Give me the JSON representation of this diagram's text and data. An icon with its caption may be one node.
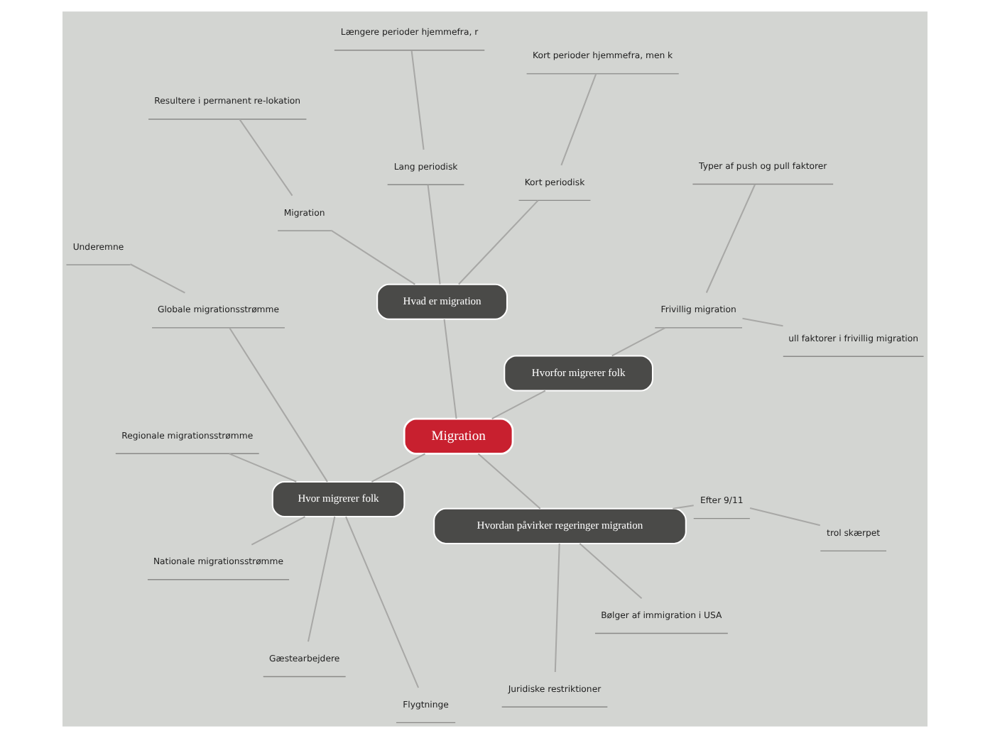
{
  "diagram": {
    "nodes": [
      {
        "text": [
          "Migration"
        ]
      },
      {
        "text": [
          "Hvorfor migrerer folk"
        ]
      },
      {
        "text": [
          "Frivillig migration"
        ]
      },
      {
        "text": [
          "ull faktorer i frivillig migration"
        ]
      },
      {
        "text": [
          "Typer af push og pull faktorer"
        ]
      },
      {
        "text": [
          "Hvad er migration"
        ]
      },
      {
        "text": [
          "Kort periodisk"
        ]
      },
      {
        "text": [
          "Kort perioder hjemmefra, men k"
        ]
      },
      {
        "text": [
          "Lang periodisk"
        ]
      },
      {
        "text": [
          "Længere perioder hjemmefra, r"
        ]
      },
      {
        "text": [
          "Migration"
        ]
      },
      {
        "text": [
          "Resultere i permanent re-lokation"
        ]
      },
      {
        "text": [
          "Hvor migrerer folk"
        ]
      },
      {
        "text": [
          "Globale migrationsstrømme"
        ]
      },
      {
        "text": [
          "Underemne"
        ]
      },
      {
        "text": [
          "Regionale migrationsstrømme"
        ]
      },
      {
        "text": [
          "Nationale migrationsstrømme"
        ]
      },
      {
        "text": [
          "Gæstearbejdere"
        ]
      },
      {
        "text": [
          "Flygtninge"
        ]
      },
      {
        "text": [
          "Hvordan påvirker regeringer migration"
        ]
      },
      {
        "text": [
          "Juridiske restriktioner"
        ]
      },
      {
        "text": [
          "Bølger af immigration i USA"
        ]
      },
      {
        "text": [
          "Efter 9/11"
        ]
      },
      {
        "text": [
          "trol skærpet"
        ]
      }
    ],
    "edges": [
      {
        "from": 0,
        "to": 1,
        "arrow": "none"
      },
      {
        "from": 1,
        "to": 2,
        "arrow": "none"
      },
      {
        "from": 2,
        "to": 3,
        "arrow": "none"
      },
      {
        "from": 2,
        "to": 4,
        "arrow": "none"
      },
      {
        "from": 0,
        "to": 5,
        "arrow": "none"
      },
      {
        "from": 5,
        "to": 6,
        "arrow": "none"
      },
      {
        "from": 6,
        "to": 7,
        "arrow": "none"
      },
      {
        "from": 5,
        "to": 8,
        "arrow": "none"
      },
      {
        "from": 8,
        "to": 9,
        "arrow": "none"
      },
      {
        "from": 5,
        "to": 10,
        "arrow": "none"
      },
      {
        "from": 10,
        "to": 11,
        "arrow": "none"
      },
      {
        "from": 0,
        "to": 12,
        "arrow": "none"
      },
      {
        "from": 12,
        "to": 13,
        "arrow": "none"
      },
      {
        "from": 13,
        "to": 14,
        "arrow": "none"
      },
      {
        "from": 12,
        "to": 15,
        "arrow": "none"
      },
      {
        "from": 12,
        "to": 16,
        "arrow": "none"
      },
      {
        "from": 12,
        "to": 17,
        "arrow": "none"
      },
      {
        "from": 12,
        "to": 18,
        "arrow": "none"
      },
      {
        "from": 0,
        "to": 19,
        "arrow": "none"
      },
      {
        "from": 19,
        "to": 20,
        "arrow": "none"
      },
      {
        "from": 19,
        "to": 21,
        "arrow": "none"
      },
      {
        "from": 19,
        "to": 22,
        "arrow": "none"
      },
      {
        "from": 22,
        "to": 23,
        "arrow": "none"
      }
    ]
  }
}
